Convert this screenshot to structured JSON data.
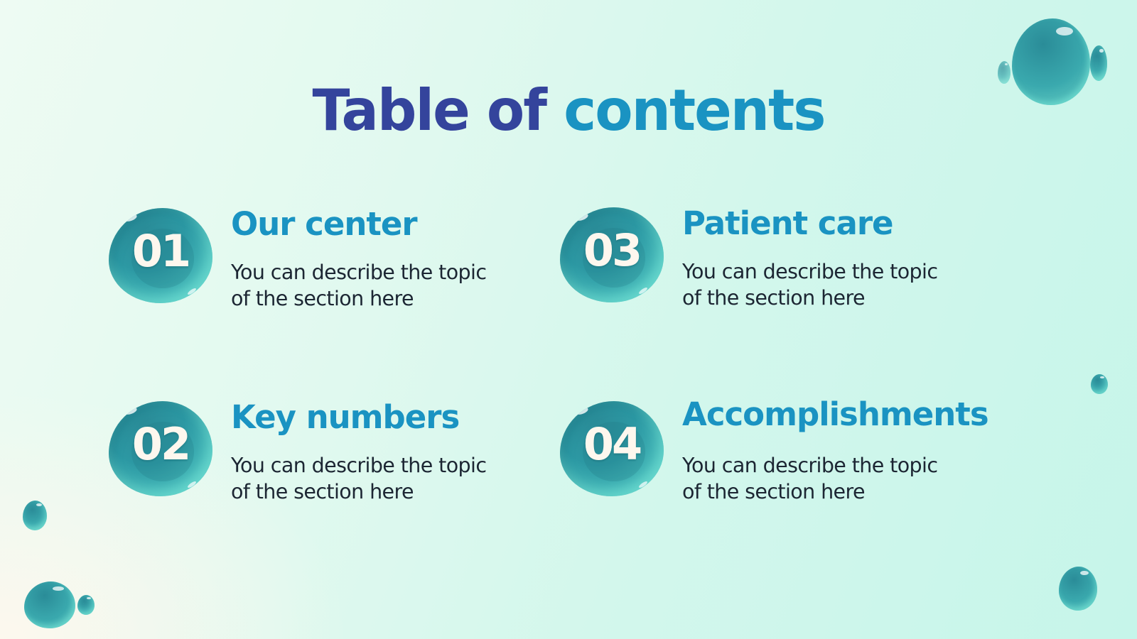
{
  "slide": {
    "title_part1": "Table of",
    "title_part2": "contents",
    "colors": {
      "title_dark": "#34449c",
      "accent": "#1a93c2",
      "body_text": "#1c2633",
      "bubble_teal": "#2c98a3"
    }
  },
  "items": [
    {
      "number": "01",
      "heading": "Our center",
      "description": "You can describe the topic of the section here"
    },
    {
      "number": "02",
      "heading": "Key numbers",
      "description": "You can describe the topic of the section here"
    },
    {
      "number": "03",
      "heading": "Patient care",
      "description": "You can describe the topic of the section here"
    },
    {
      "number": "04",
      "heading": "Accomplishments",
      "description": "You can describe the topic of the section here"
    }
  ],
  "decorations": [
    "bubble-icon"
  ]
}
